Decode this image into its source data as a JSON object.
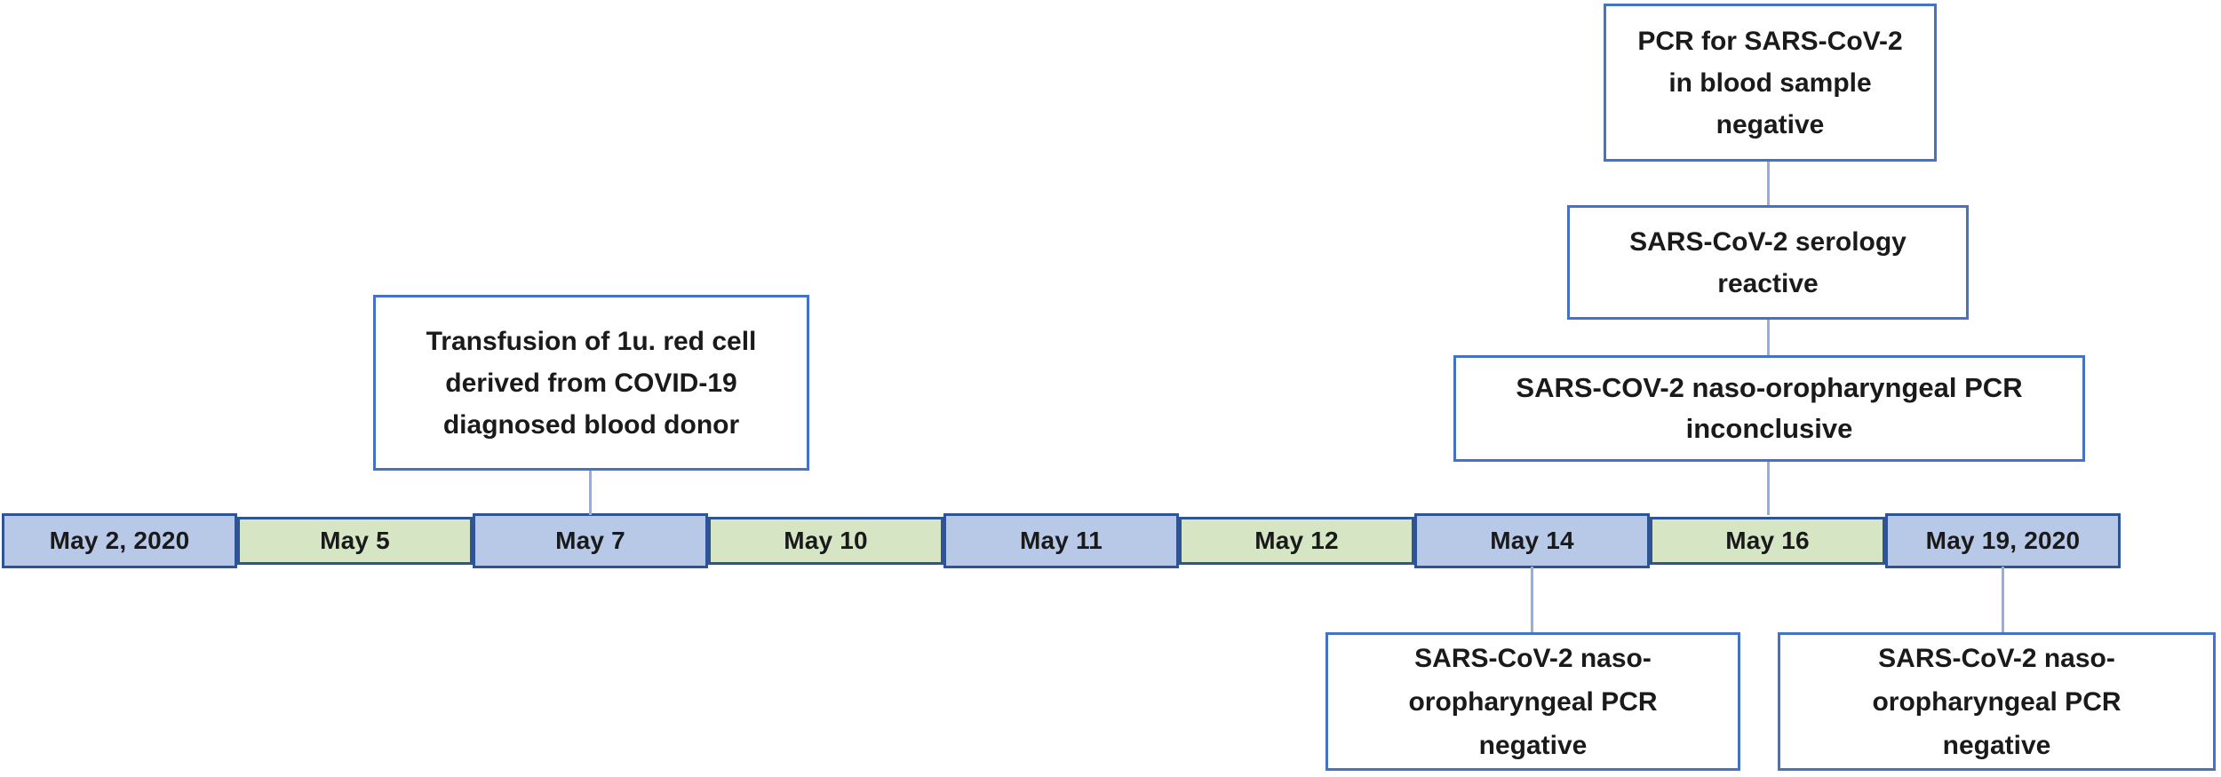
{
  "diagram_type": "timeline",
  "colors": {
    "segment_blue_fill": "#b8c9e8",
    "segment_green_fill": "#d6e6c5",
    "segment_border": "#2f5496",
    "event_box_border": "#4472c4",
    "event_box_fill": "#ffffff",
    "connector_line": "#95aede",
    "text": "#1a1a1a"
  },
  "timeline": {
    "segments": [
      {
        "label": "May 2, 2020",
        "color": "blue"
      },
      {
        "label": "May 5",
        "color": "green"
      },
      {
        "label": "May 7",
        "color": "blue"
      },
      {
        "label": "May 10",
        "color": "green"
      },
      {
        "label": "May 11",
        "color": "blue"
      },
      {
        "label": "May 12",
        "color": "green"
      },
      {
        "label": "May 14",
        "color": "blue"
      },
      {
        "label": "May 16",
        "color": "green"
      },
      {
        "label": "May 19, 2020",
        "color": "blue"
      }
    ]
  },
  "events": {
    "transfusion": {
      "date": "May 7",
      "text": "Transfusion of 1u. red cell\nderived from COVID-19\ndiagnosed blood donor"
    },
    "pcr_blood": {
      "date": "May 16",
      "text": "PCR for SARS-CoV-2\nin blood sample\nnegative"
    },
    "serology": {
      "date": "May 16",
      "text": "SARS-CoV-2 serology\nreactive"
    },
    "naso_inconclusive": {
      "date": "May 16",
      "text": "SARS-COV-2 naso-oropharyngeal PCR\ninconclusive"
    },
    "naso_negative_may14": {
      "date": "May 14",
      "text": "SARS-CoV-2 naso-\noropharyngeal PCR\nnegative"
    },
    "naso_negative_may19": {
      "date": "May 19, 2020",
      "text": "SARS-CoV-2 naso-\noropharyngeal PCR\nnegative"
    }
  }
}
